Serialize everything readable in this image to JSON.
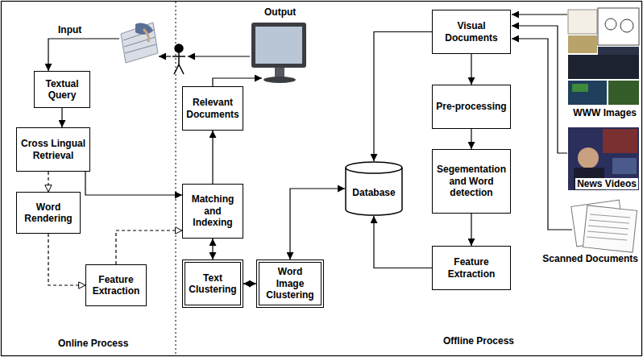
{
  "diagram": {
    "nodes": [
      {
        "text": [
          "Textual Query"
        ]
      },
      {
        "text": [
          "Cross Lingual Retrieval"
        ]
      },
      {
        "text": [
          "Word Rendering"
        ]
      },
      {
        "text": [
          "Feature Extraction"
        ]
      },
      {
        "text": [
          "Relevant Documents"
        ]
      },
      {
        "text": [
          "Matching and Indexing"
        ]
      },
      {
        "text": [
          "Text Clustering"
        ]
      },
      {
        "text": [
          "Word Image Clustering"
        ]
      },
      {
        "text": [
          "Database"
        ]
      },
      {
        "text": [
          "Visual Documents"
        ]
      },
      {
        "text": [
          "Pre-processing"
        ]
      },
      {
        "text": [
          "Segementation and Word detection"
        ]
      },
      {
        "text": [
          "Feature Extraction"
        ]
      }
    ],
    "edges": [
      {
        "from": 0,
        "to": 1,
        "arrow": "to"
      },
      {
        "from": 1,
        "to": 2,
        "arrow": "to"
      },
      {
        "from": 1,
        "to": 5,
        "arrow": "to"
      },
      {
        "from": 2,
        "to": 3,
        "arrow": "to"
      },
      {
        "from": 3,
        "to": 5,
        "arrow": "to"
      },
      {
        "from": 5,
        "to": 4,
        "arrow": "to"
      },
      {
        "from": 5,
        "to": 6,
        "arrow": "both"
      },
      {
        "from": 6,
        "to": 7,
        "arrow": "both"
      },
      {
        "from": 7,
        "to": 8,
        "arrow": "both"
      },
      {
        "from": 9,
        "to": 8,
        "arrow": "to"
      },
      {
        "from": 9,
        "to": 10,
        "arrow": "to"
      },
      {
        "from": 10,
        "to": 11,
        "arrow": "to"
      },
      {
        "from": 11,
        "to": 12,
        "arrow": "to"
      },
      {
        "from": 12,
        "to": 8,
        "arrow": "to"
      }
    ],
    "labels": [
      "Input",
      "Output",
      "WWW Images",
      "News Videos",
      "Scanned Documents",
      "Online Process",
      "Offline Process"
    ]
  }
}
